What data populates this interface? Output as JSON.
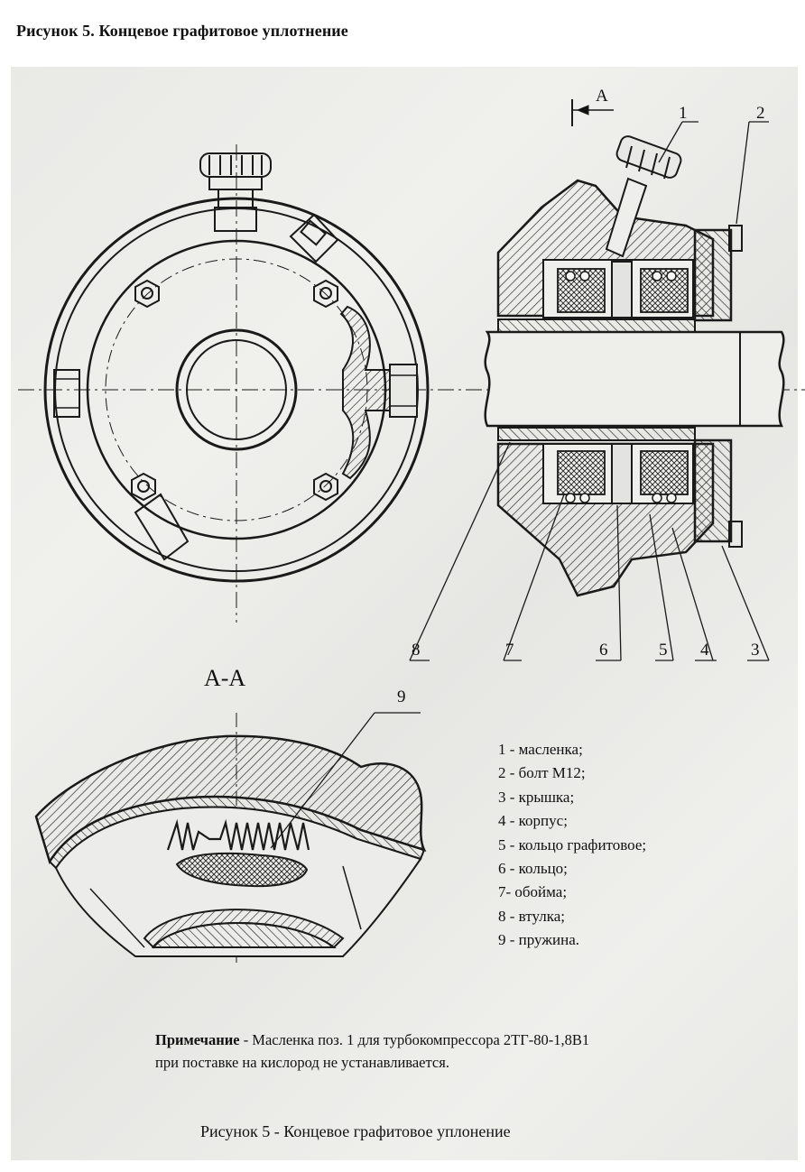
{
  "header": {
    "title": "Рисунок 5. Концевое графитовое уплотнение"
  },
  "drawing": {
    "section_mark": "A",
    "section_view_title": "A-A",
    "callouts": [
      "1",
      "2",
      "3",
      "4",
      "5",
      "6",
      "7",
      "8",
      "9"
    ]
  },
  "legend": {
    "items": [
      "1 - масленка;",
      "2 - болт М12;",
      "3 - крышка;",
      "4 - корпус;",
      "5 - кольцо графитовое;",
      "6 - кольцо;",
      "7- обойма;",
      "8 - втулка;",
      "9 - пружина."
    ]
  },
  "note": {
    "label": "Примечание",
    "text_line1": " - Масленка поз. 1 для турбокомпрессора 2ТГ-80-1,8В1",
    "text_line2": "при поставке на кислород не устанавливается."
  },
  "caption": "Рисунок 5 - Концевое графитовое уплонение"
}
